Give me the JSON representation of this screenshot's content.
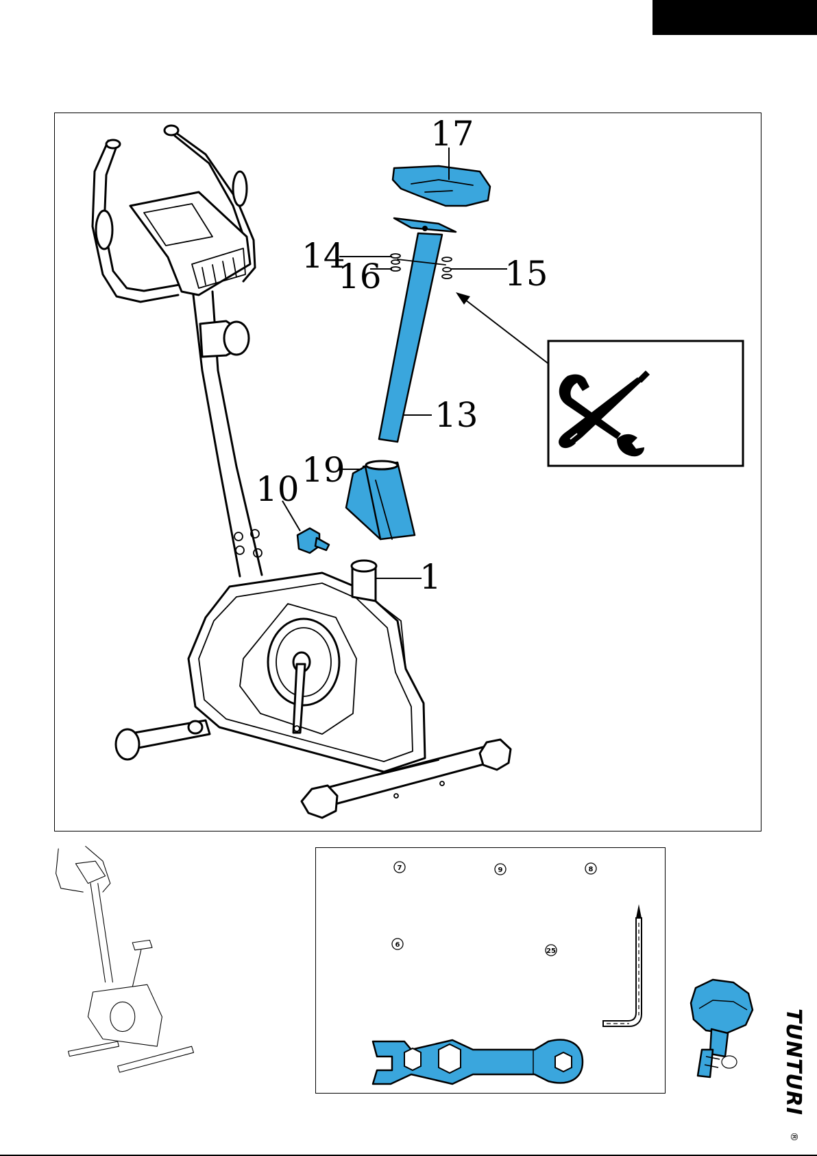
{
  "callouts": {
    "seat": "17",
    "cap_nut": "14",
    "washer": "16",
    "bolt": "15",
    "seat_post": "13",
    "cover": "19",
    "knob": "10",
    "frame": "1"
  },
  "hardware": {
    "h7": "7",
    "h9": "9",
    "h8": "8",
    "h6": "6",
    "h25": "25"
  },
  "brand": {
    "name": "TUNTURI",
    "mark": "®"
  },
  "colors": {
    "accent": "#3aa6dd",
    "ink": "#000000",
    "paper": "#ffffff"
  },
  "icons": {
    "tools": "wrench-screwdriver-icon"
  }
}
